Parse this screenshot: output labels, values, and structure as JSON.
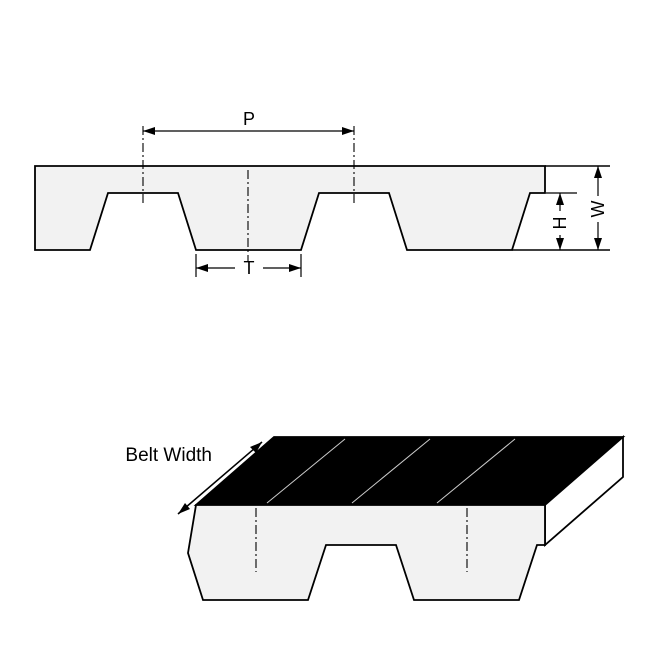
{
  "figure": {
    "top_view": {
      "pitch_label": "P",
      "tooth_width_label": "T",
      "tooth_height_label": "H",
      "thickness_label": "W"
    },
    "bottom_view": {
      "belt_width_label": "Belt Width"
    },
    "colors": {
      "line": "#000000",
      "belt_fill": "#f2f2f2",
      "top_face_fill": "#000000",
      "end_face_fill": "#ffffff",
      "seam_line": "#cccccc",
      "background": "#ffffff"
    }
  }
}
